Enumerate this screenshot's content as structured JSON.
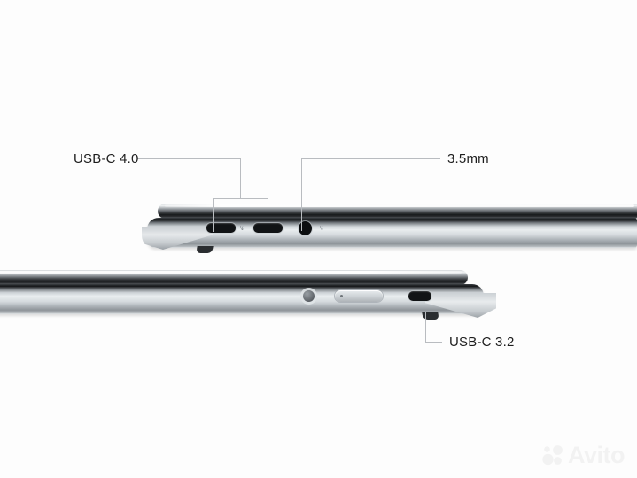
{
  "image": {
    "subject": "laptop-side-profile-ports-diagram",
    "background_color": "#fdfdfd"
  },
  "annotations": [
    {
      "id": "usbc40",
      "label": "USB-C 4.0",
      "points_to": "two-usb-c-ports-upper-laptop",
      "leader_color": "#b9bcc0",
      "text_color": "#1d1d1d"
    },
    {
      "id": "35mm",
      "label": "3.5mm",
      "points_to": "headphone-jack-upper-laptop",
      "leader_color": "#b9bcc0",
      "text_color": "#1d1d1d"
    },
    {
      "id": "usbc32",
      "label": "USB-C 3.2",
      "points_to": "usb-c-port-lower-laptop",
      "leader_color": "#b9bcc0",
      "text_color": "#1d1d1d"
    }
  ],
  "upper_laptop": {
    "name": "upper-laptop-left-side-profile",
    "ports": [
      {
        "name": "usb-c-port-1",
        "type": "usb-c"
      },
      {
        "name": "usb-c-port-2",
        "type": "usb-c"
      },
      {
        "name": "headphone-jack",
        "type": "3.5mm-audio"
      }
    ],
    "glyph_1": "↯",
    "glyph_2": "↯"
  },
  "lower_laptop": {
    "name": "lower-laptop-right-side-profile",
    "ports": [
      {
        "name": "round-control",
        "type": "round"
      },
      {
        "name": "slot-control",
        "type": "slot"
      },
      {
        "name": "usb-c-port",
        "type": "usb-c"
      }
    ]
  },
  "watermark": {
    "text": "Avito",
    "color": "#f2f2f2"
  }
}
